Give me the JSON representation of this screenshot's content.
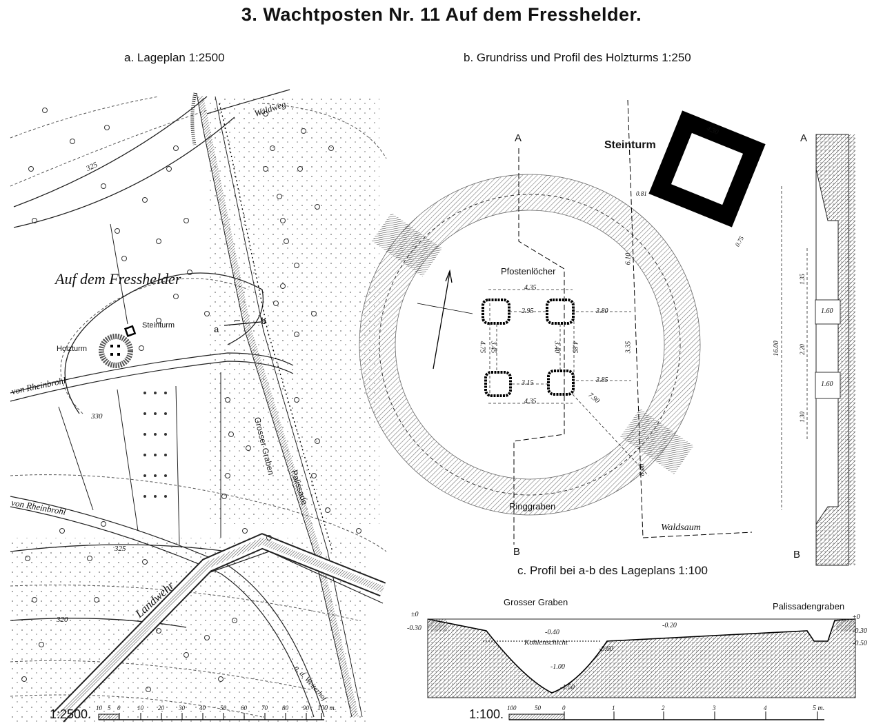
{
  "title": "3. Wachtposten Nr. 11 Auf dem Fresshelder.",
  "panel_a": {
    "subtitle": "a. Lageplan 1:2500",
    "locality": "Auf dem Fresshelder",
    "steinturm": "Steinturm",
    "holzturm": "Holzturm",
    "waldweg": "Waldweg",
    "road_1": "von Rheinbrohl",
    "road_2": "von Rheinbrohl",
    "grosser_graben": "Grosser Graben",
    "palissade": "Palissade",
    "landwehr": "Landwehr",
    "weiterweg": "n. d. Weiterhof",
    "contours": [
      "325",
      "330",
      "325",
      "320"
    ],
    "point_a": "a",
    "point_b": "b",
    "scale_label": "1:2500.",
    "scale_ticks": [
      "10",
      "5",
      "0",
      "10",
      "20",
      "30",
      "40",
      "50",
      "60",
      "70",
      "80",
      "90",
      "100 m."
    ]
  },
  "panel_b": {
    "subtitle": "b. Grundriss und Profil des Holzturms 1:250",
    "A_top": "A",
    "B_bottom": "B",
    "steinturm": "Steinturm",
    "pfostenloecher": "Pfostenlöcher",
    "ringgraben": "Ringgraben",
    "waldsaum": "Waldsaum",
    "dims": {
      "stone_side": "4.30",
      "stone_wall_a": "0.81",
      "stone_wall_b": "0.75",
      "top": "4.35",
      "bottom": "4.35",
      "left": "4.75",
      "inner_a": "3.45",
      "inner_b": "3.40",
      "right_v": "4.85",
      "h_top": "2.95",
      "h_bot": "3.15",
      "r_top": "3.80",
      "r_bot": "3.85",
      "diag": "7.90",
      "v_6": "6.10",
      "v_3": "3.35",
      "v_8": "8.00"
    },
    "profile": {
      "A": "A",
      "B": "B",
      "total": "16.00",
      "hole_1": "1.60",
      "hole_2": "1.60",
      "seg_1": "1.35",
      "seg_2": "2.20",
      "seg_3": "1.30"
    }
  },
  "panel_c": {
    "subtitle": "c. Profil bei a-b des Lageplans 1:100",
    "grosser_graben": "Grosser Graben",
    "palissadengraben": "Palissadengraben",
    "kohlenschicht": "Kohlenschicht",
    "levels_left": [
      "±0",
      "-0.30"
    ],
    "levels_right": [
      "±0",
      "-0.30",
      "-0.50"
    ],
    "depths": [
      "-0.40",
      "-0.20",
      "-0.60",
      "-1.00",
      "-1.50"
    ],
    "scale_label": "1:100.",
    "scale_ticks": [
      "100",
      "50",
      "0",
      "1",
      "2",
      "3",
      "4",
      "5 m."
    ]
  }
}
